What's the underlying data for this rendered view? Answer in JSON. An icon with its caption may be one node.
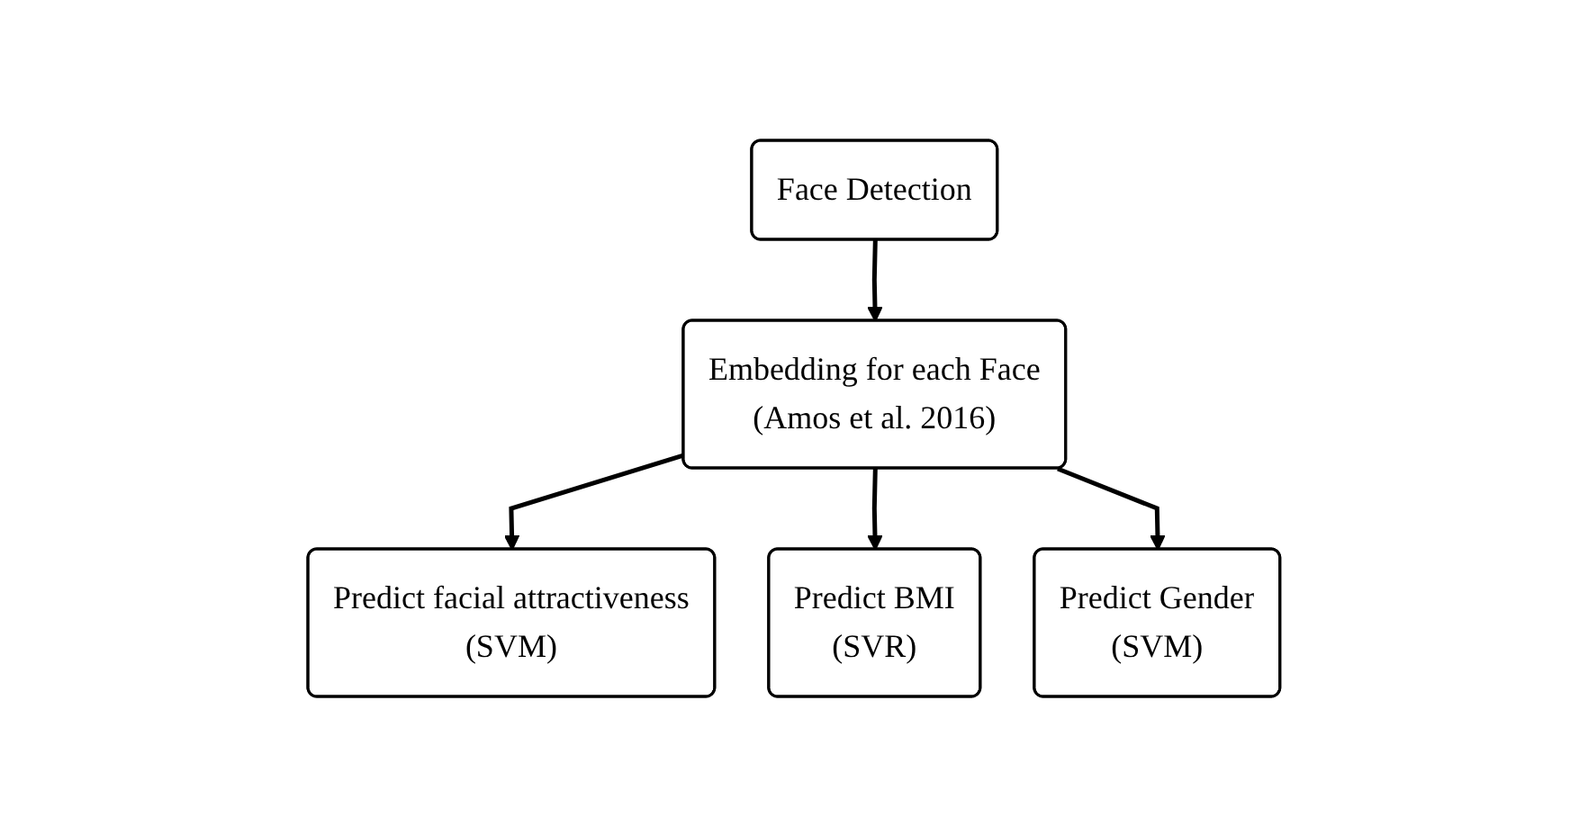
{
  "diagram": {
    "nodes": [
      {
        "text": [
          "Face Detection"
        ]
      },
      {
        "text": [
          "Embedding for each Face",
          "(Amos et al. 2016)"
        ]
      },
      {
        "text": [
          "Predict facial attractiveness",
          "(SVM)"
        ]
      },
      {
        "text": [
          "Predict BMI",
          "(SVR)"
        ]
      },
      {
        "text": [
          "Predict Gender",
          "(SVM)"
        ]
      }
    ],
    "edges": [
      {
        "from": 0,
        "to": 1,
        "arrow": "to"
      },
      {
        "from": 1,
        "to": 2,
        "arrow": "to"
      },
      {
        "from": 1,
        "to": 3,
        "arrow": "to"
      },
      {
        "from": 1,
        "to": 4,
        "arrow": "to"
      }
    ]
  }
}
